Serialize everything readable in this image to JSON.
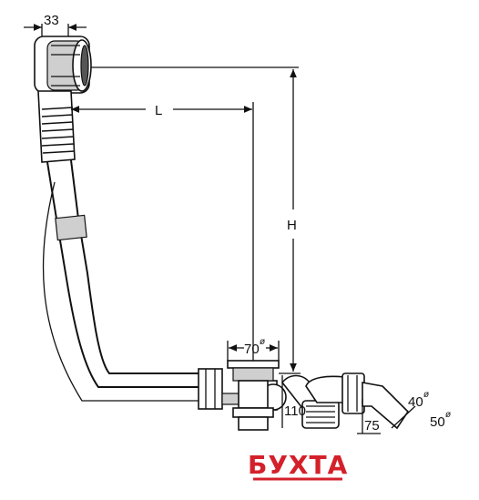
{
  "dimensions": {
    "width_label": "33",
    "length_label": "L",
    "height_label": "H",
    "drain_diameter_label": "70",
    "outlet_height_label": "110",
    "trap_height_label": "75",
    "pipe_40_label": "40",
    "pipe_50_label": "50",
    "diameter_symbol": "ø"
  },
  "watermark": {
    "text": "БУХТА",
    "color": "#d4202a"
  }
}
